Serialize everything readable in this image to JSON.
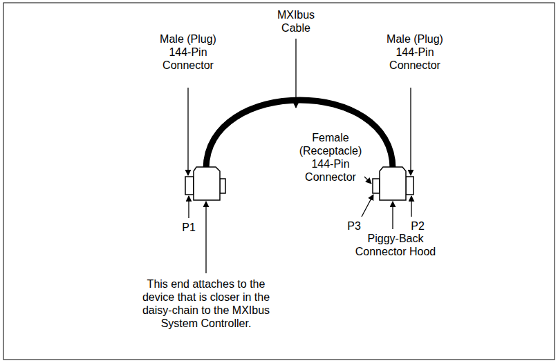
{
  "diagram": {
    "labels": [
      "MXIbus Cable",
      "Male (Plug) 144-Pin Connector",
      "Male (Plug) 144-Pin Connector",
      "Female (Receptacle) 144-Pin Connector",
      "P1",
      "P3",
      "P2",
      "Piggy-Back Connector Hood",
      "This end attaches to the device that is closer in the daisy-chain to the MXIbus System Controller."
    ]
  }
}
